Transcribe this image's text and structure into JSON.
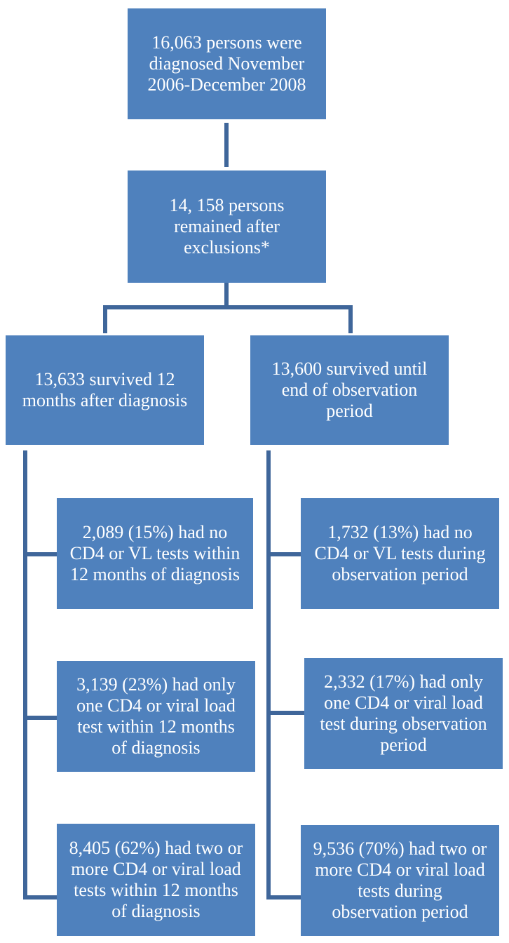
{
  "flowchart": {
    "top_box": "16,063 persons were\ndiagnosed November\n2006-December 2008",
    "second_box": "14, 158 persons\nremained after\nexclusions*",
    "left_branch": {
      "header": "13,633 survived 12\nmonths after diagnosis",
      "items": [
        "2,089 (15%) had no\nCD4 or VL tests within\n12 months of diagnosis",
        "3,139 (23%) had  only\none CD4 or viral load\ntest within 12 months\nof diagnosis",
        "8,405 (62%) had two or\nmore CD4 or viral load\ntests within 12 months\nof diagnosis"
      ]
    },
    "right_branch": {
      "header": "13,600 survived until\nend of observation\nperiod",
      "items": [
        "1,732 (13%)  had no\nCD4 or VL tests during\nobservation period",
        "2,332 (17%) had  only\none CD4 or viral load\ntest during observation\nperiod",
        "9,536 (70%) had two or\nmore CD4 or viral load\ntests during\nobservation period"
      ]
    },
    "colors": {
      "box_fill": "#4f81bd",
      "connector": "#3f669a",
      "text": "#ffffff"
    }
  }
}
